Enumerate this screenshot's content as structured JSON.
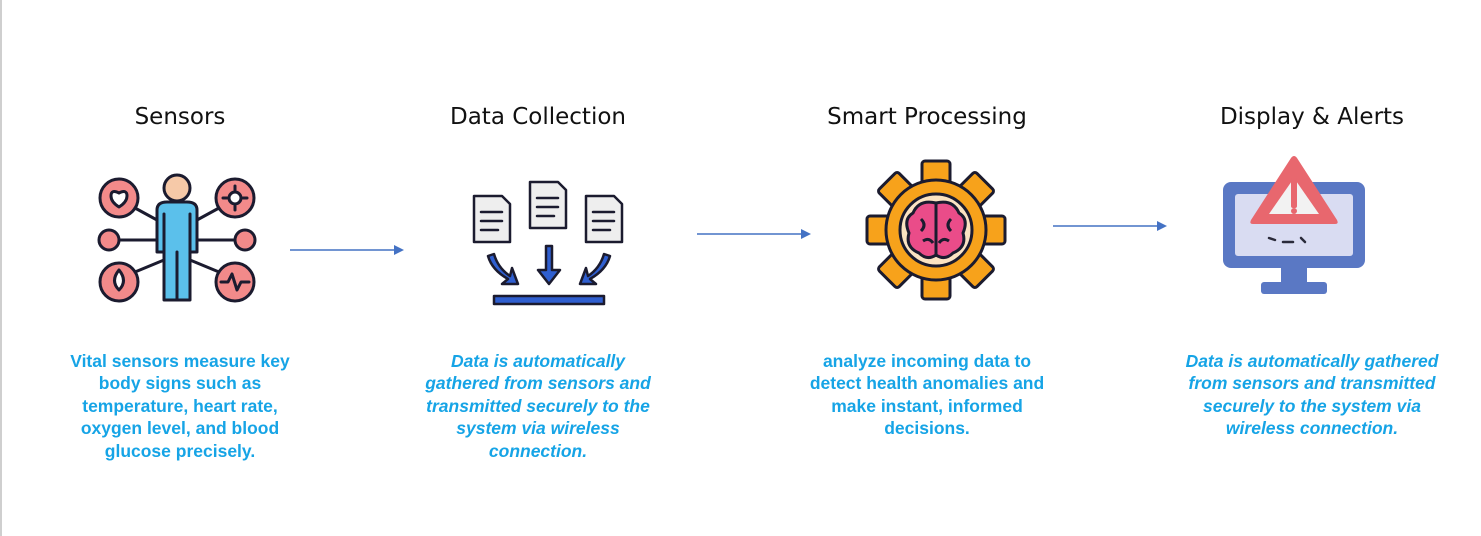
{
  "steps": [
    {
      "title": "Sensors",
      "icon": "person-vital-sensors-icon",
      "description": "Vital sensors measure key body signs such as temperature, heart rate, oxygen level, and blood glucose precisely.",
      "description_italic": false
    },
    {
      "title": "Data Collection",
      "icon": "documents-gathering-icon",
      "description": "Data is automatically gathered from sensors and transmitted securely to the system via wireless connection.",
      "description_italic": true
    },
    {
      "title": "Smart Processing",
      "icon": "gear-brain-icon",
      "description": "analyze incoming data to detect health anomalies and make instant, informed decisions.",
      "description_italic": false
    },
    {
      "title": "Display & Alerts",
      "icon": "monitor-warning-icon",
      "description": "Data is automatically gathered from sensors and transmitted securely to the system via wireless connection.",
      "description_italic": true
    }
  ],
  "colors": {
    "title_text": "#111111",
    "description_text": "#16a4e6",
    "arrow": "#4472c4"
  }
}
